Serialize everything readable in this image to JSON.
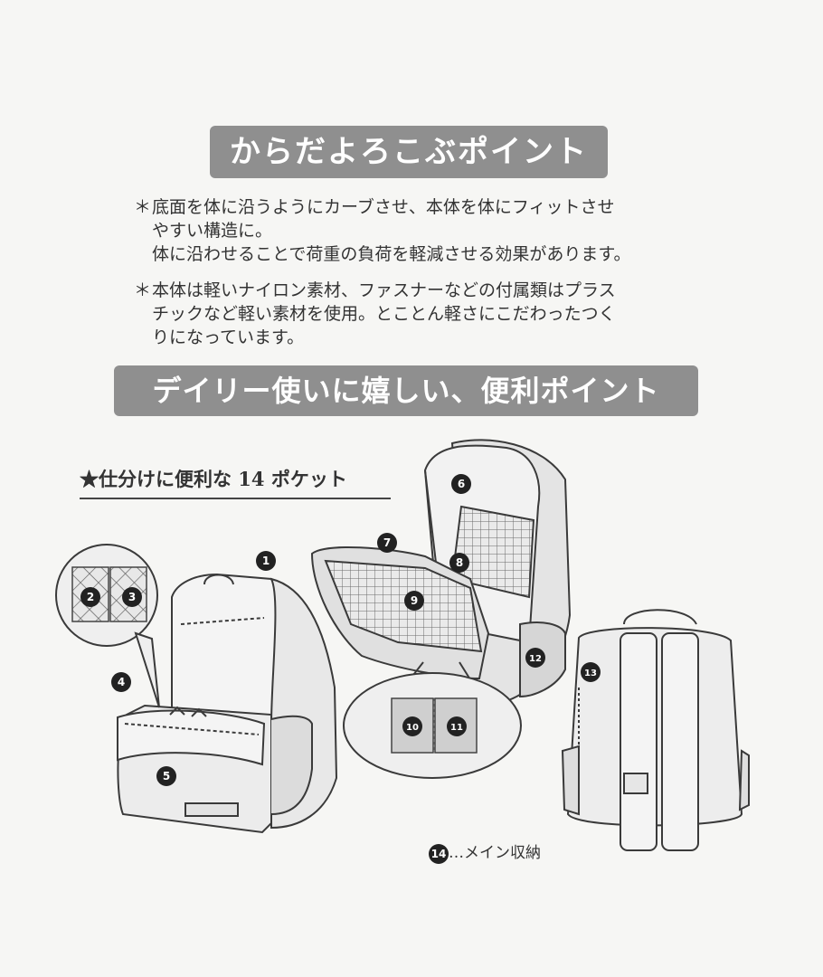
{
  "banners": {
    "body_points": "からだよろこぶポイント",
    "daily_points": "デイリー使いに嬉しい、便利ポイント"
  },
  "notes": {
    "mark": "＊",
    "note1": [
      "底面を体に沿うようにカーブさせ、本体を体にフィットさせ",
      "やすい構造に。",
      "体に沿わせることで荷重の負荷を軽減させる効果があります。"
    ],
    "note2": [
      "本体は軽いナイロン素材、ファスナーなどの付属類はプラス",
      "チックなど軽い素材を使用。とことん軽さにこだわったつく",
      "りになっています。"
    ]
  },
  "subhead": "★仕分けに便利な 14 ポケット",
  "pockets": [
    "1",
    "2",
    "3",
    "4",
    "5",
    "6",
    "7",
    "8",
    "9",
    "10",
    "11",
    "12",
    "13"
  ],
  "legend": {
    "number": "14",
    "text": "…メイン収納"
  },
  "colors": {
    "banner": "#8f8f8f",
    "badge": "#222222",
    "line": "#3a3a3a",
    "fill": "#e6e6e6"
  }
}
